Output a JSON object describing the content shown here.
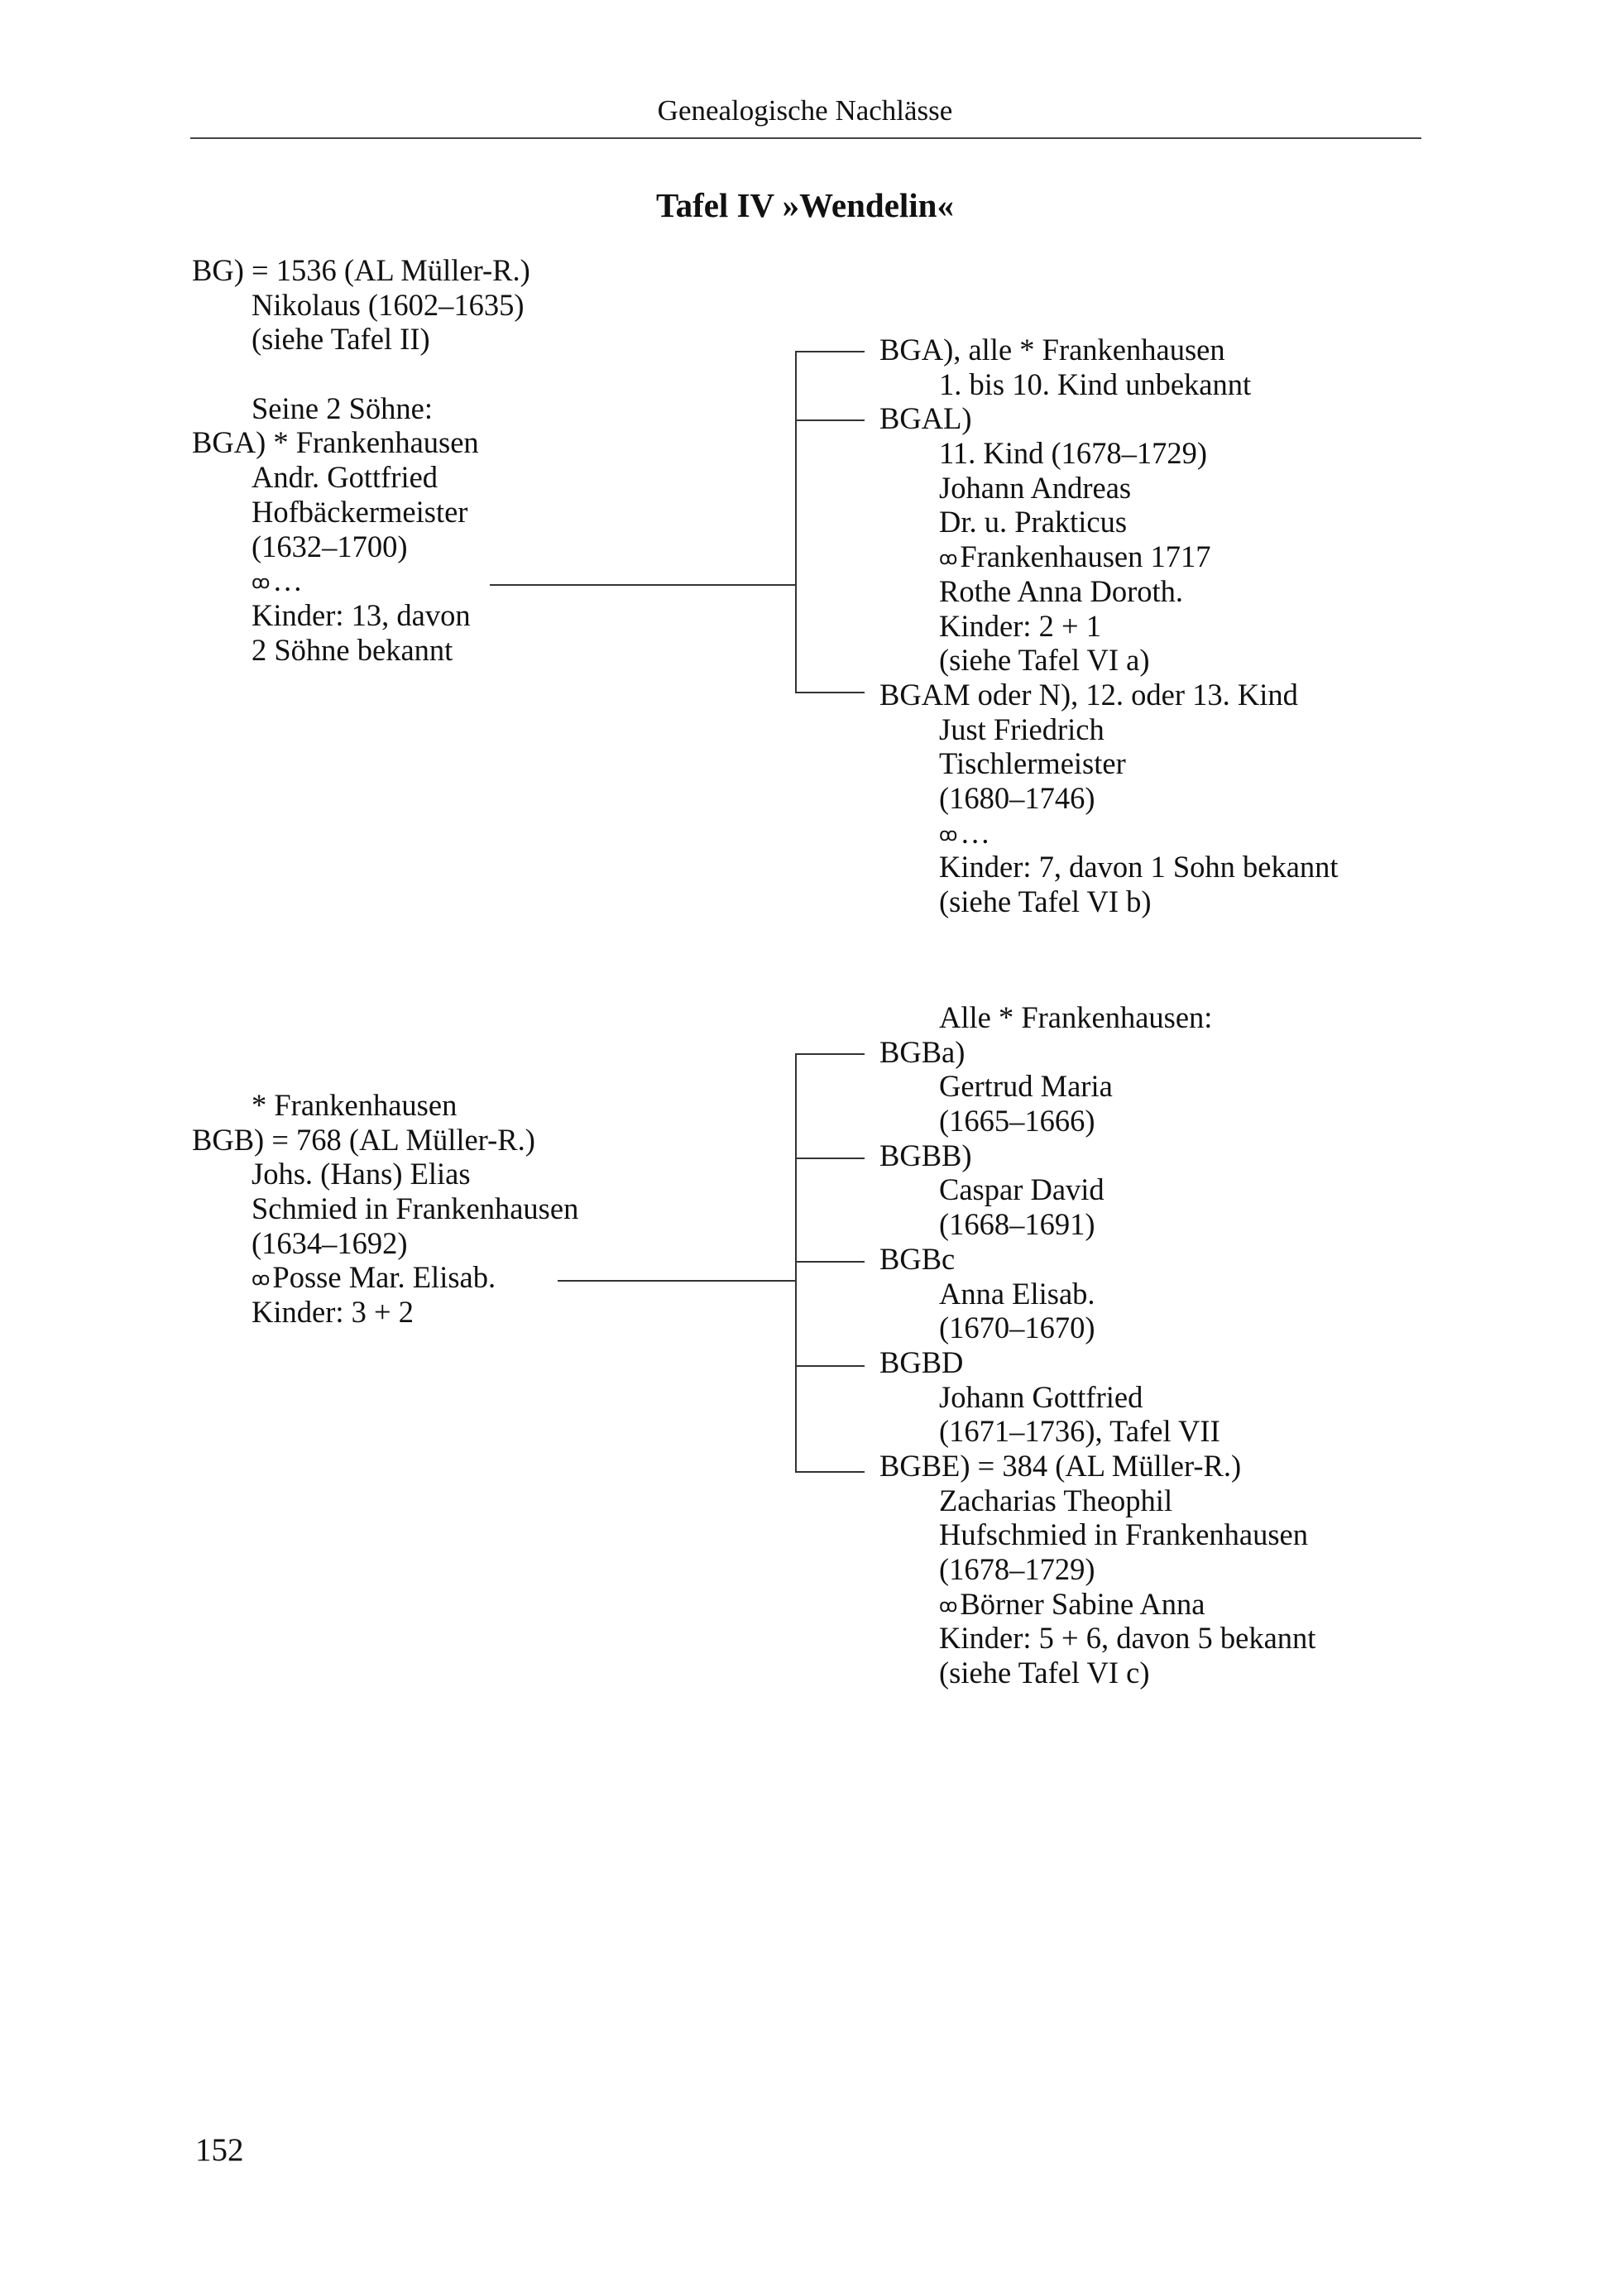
{
  "header": {
    "running_title": "Genealogische Nachlässe"
  },
  "title": "Tafel IV »Wendelin«",
  "page_number": "152",
  "symbols": {
    "marriage": "ꝏ",
    "marriage_icon": "interlocking-rings-icon"
  },
  "section_a": {
    "left": {
      "bg_line": "BG)  = 1536 (AL Müller-R.)",
      "bg_name": "Nikolaus (1602–1635)",
      "bg_ref": "(siehe Tafel II)",
      "sons_label": "Seine 2 Söhne:",
      "bga_line": "BGA) * Frankenhausen",
      "bga_name": "Andr. Gottfried",
      "bga_job": "Hofbäckermeister",
      "bga_dates": "(1632–1700)",
      "bga_marriage": "…",
      "bga_children": "Kinder: 13, davon",
      "bga_children2": "2 Söhne bekannt"
    },
    "right": {
      "c1_line": "BGA), alle * Frankenhausen",
      "c1_sub": "1. bis 10. Kind unbekannt",
      "c2_line": "BGAL)",
      "c2_child": "11. Kind (1678–1729)",
      "c2_name": "Johann Andreas",
      "c2_job": "Dr. u. Prakticus",
      "c2_marriage": "Frankenhausen 1717",
      "c2_spouse": "Rothe Anna Doroth.",
      "c2_children": "Kinder: 2 + 1",
      "c2_ref": "(siehe Tafel VI a)",
      "c3_line": "BGAM oder N), 12. oder 13. Kind",
      "c3_name": "Just Friedrich",
      "c3_job": "Tischlermeister",
      "c3_dates": "(1680–1746)",
      "c3_marriage": "…",
      "c3_children": "Kinder: 7, davon 1 Sohn bekannt",
      "c3_ref": "(siehe Tafel VI b)"
    }
  },
  "section_b": {
    "left": {
      "birth": "* Frankenhausen",
      "bgb_line": "BGB) = 768 (AL Müller-R.)",
      "bgb_name": "Johs. (Hans) Elias",
      "bgb_job": "Schmied in Frankenhausen",
      "bgb_dates": "(1634–1692)",
      "bgb_marriage": "Posse Mar. Elisab.",
      "bgb_children": "Kinder: 3 + 2"
    },
    "right": {
      "intro": "Alle * Frankenhausen:",
      "c1_line": "BGBa)",
      "c1_name": "Gertrud Maria",
      "c1_dates": "(1665–1666)",
      "c2_line": "BGBB)",
      "c2_name": "Caspar David",
      "c2_dates": "(1668–1691)",
      "c3_line": "BGBc",
      "c3_name": "Anna Elisab.",
      "c3_dates": "(1670–1670)",
      "c4_line": "BGBD",
      "c4_name": "Johann Gottfried",
      "c4_dates": "(1671–1736), Tafel VII",
      "c5_line": "BGBE) = 384 (AL Müller-R.)",
      "c5_name": "Zacharias Theophil",
      "c5_job": "Hufschmied in Frankenhausen",
      "c5_dates": "(1678–1729)",
      "c5_marriage": "Börner Sabine Anna",
      "c5_children": "Kinder: 5 + 6, davon 5 bekannt",
      "c5_ref": "(siehe Tafel VI c)"
    }
  }
}
